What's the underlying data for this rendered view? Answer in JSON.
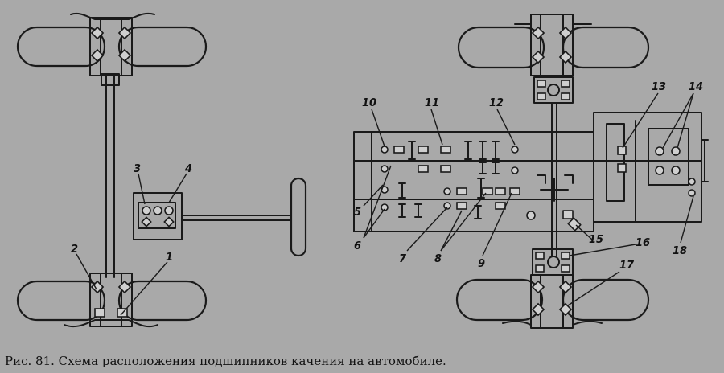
{
  "caption": "Рис. 81. Схема  расположения подшипников качения на автомобиле.",
  "callouts": {
    "c1": "1",
    "c2": "2",
    "c3": "3",
    "c4": "4",
    "c5": "5",
    "c6": "6",
    "c7": "7",
    "c8": "8",
    "c9": "9",
    "c10": "10",
    "c11": "11",
    "c12": "12",
    "c13": "13",
    "c14": "14",
    "c15": "15",
    "c16": "16",
    "c17": "17",
    "c18": "18"
  }
}
